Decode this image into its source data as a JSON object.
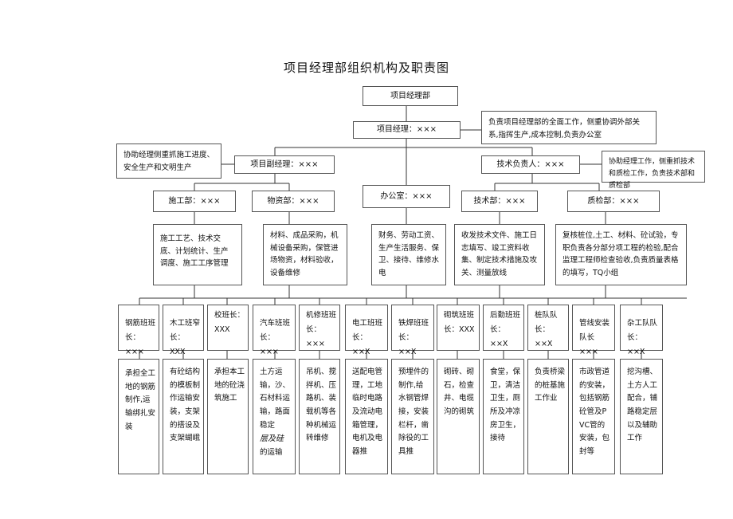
{
  "title": "项目经理部组织机构及职责图",
  "top": {
    "dept": "项目经理部",
    "pm": "项目经理：×××",
    "pm_desc": "负责项目经理部的全面工作，侧重协调外部关系,指挥生产,成本控制,负责办公室",
    "deputy": "项目副经理：×××",
    "deputy_desc": "协助经理侧重抓施工进度、安全生产和文明生产",
    "tech_lead": "技术负责人：×××",
    "tech_lead_desc": "协助经理工作，侧重抓技术和质检工作，负责技术部和质检部"
  },
  "departments": [
    {
      "name": "施工部：×××",
      "desc": "施工工艺、技术交底、计划统计、生产调度、施工工序管理"
    },
    {
      "name": "物资部：×××",
      "desc": "材料、成品采购，机械设备采购，保管进场物资，材料验收，设备维修"
    },
    {
      "name": "办公室：×××",
      "desc": "财务、劳动工资、生产生活服务、保卫、接待、维修水电"
    },
    {
      "name": "技术部：×××",
      "desc": "收发技术文件、施工日志填写、竣工资料收集、制定技术措施及攻关、测量放线"
    },
    {
      "name": "质检部：×××",
      "desc": "复核桩位,土工、材料、砼试验，专职负责各分部分项工程的检验,配合监理工程师检查验收,负责质量表格的填写，TQ小组"
    }
  ],
  "teams": [
    {
      "name": "钢筋班班长：×××",
      "duty": "承担全工地的钢筋制作,运输绑扎安装"
    },
    {
      "name": "木工班窄长：XXX",
      "duty": "有砼结构的模板制作运输安装，支架的搭设及支架蝴峨"
    },
    {
      "name": "校班长：XXX",
      "duty": "承担本工地的砼浇筑施工"
    },
    {
      "name": "汽车班班长：×××",
      "duty": "土方运输，沙、石材料运输，路面稳定",
      "duty_extra": "层及硅",
      "duty_tail": "的运输"
    },
    {
      "name": "机修班班长：×××",
      "duty": "吊机、搅拌机、压路机、装载机等各种机械运转维修"
    },
    {
      "name": "电工班班长：××X",
      "duty": "送配电管理，工地临时电路及流动电箱管理，电机及电器推"
    },
    {
      "name": "铁焊班班长：××X",
      "duty": "预埋件的制作,给水钢管焊接，安装栏杆，凿除役的工具推"
    },
    {
      "name": "砌筑班班长：XXX",
      "duty": "砌砖、砌石，检查井、电缆沟的砌筑"
    },
    {
      "name": "后勤班班长：××X",
      "duty": "食堂，保卫，清洁卫生，厕所及冲凉房卫生，接待"
    },
    {
      "name": "桩队队长：××X",
      "duty": "负责桥梁的桩基施工作业"
    },
    {
      "name": "管线安装队长×××",
      "duty": "市政管道的安装，包括钢筋砼管及PVC管的安装，包封等"
    },
    {
      "name": "杂工队队长：××X",
      "duty": "挖沟槽、土方人工配合，铺路稳定层以及辅助工作"
    }
  ]
}
